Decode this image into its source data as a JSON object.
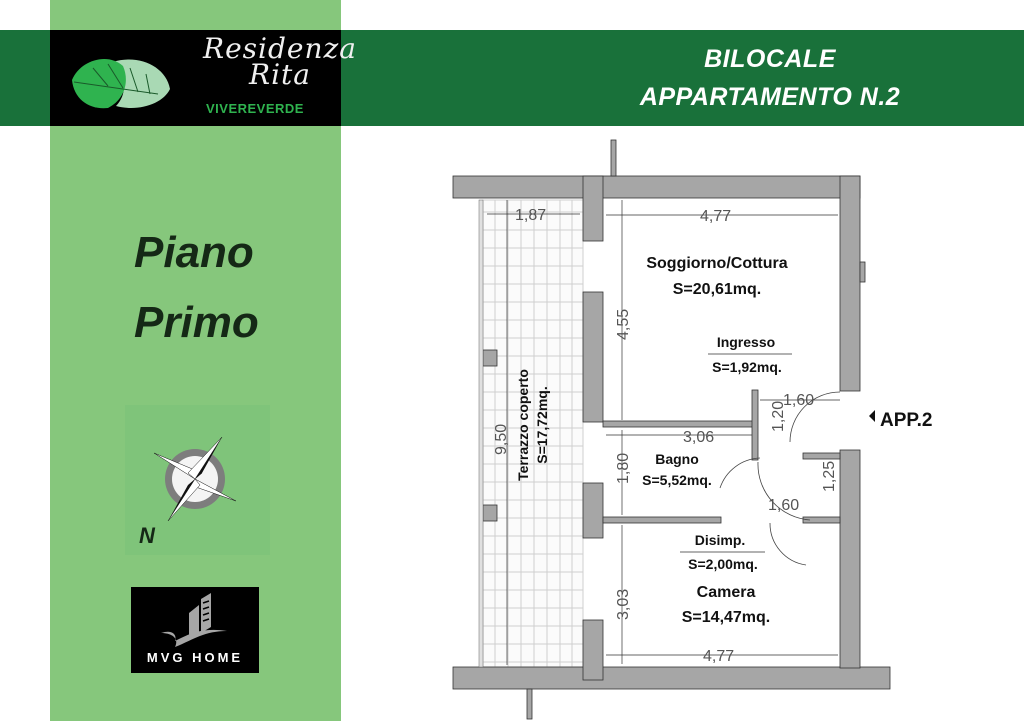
{
  "brand": {
    "logo_line1": "Residenza",
    "logo_line2": "Rita",
    "logo_sub": "VIVEREVERDE",
    "partner_logo": "MVG HOME"
  },
  "header": {
    "title_line1": "BILOCALE",
    "title_line2": "APPARTAMENTO N.2"
  },
  "floor": {
    "line1": "Piano",
    "line2": "Primo"
  },
  "compass": {
    "icon": "compass-rose-icon",
    "label": "N"
  },
  "colors": {
    "side_panel": "#86c77c",
    "band": "#19713a",
    "wall": "#a6a6a6",
    "logo_green": "#2fb34f"
  },
  "plan": {
    "entrance_label": "APP.2",
    "rooms": [
      {
        "name": "Soggiorno/Cottura",
        "area": "S=20,61mq."
      },
      {
        "name": "Ingresso",
        "area": "S=1,92mq."
      },
      {
        "name": "Bagno",
        "area": "S=5,52mq."
      },
      {
        "name": "Disimp.",
        "area": "S=2,00mq."
      },
      {
        "name": "Camera",
        "area": "S=14,47mq."
      },
      {
        "name": "Terrazzo coperto",
        "area": "S=17,72mq."
      }
    ],
    "dimensions": {
      "terrace_width": "1,87",
      "terrace_length": "9,50",
      "living_width": "4,77",
      "living_depth": "4,55",
      "entry_width": "1,60",
      "entry_depth": "1,20",
      "bath_width": "3,06",
      "bath_depth": "1,80",
      "hall_width": "1,60",
      "closet_depth": "1,25",
      "bedroom_depth": "3,03",
      "bedroom_width": "4,77"
    }
  }
}
